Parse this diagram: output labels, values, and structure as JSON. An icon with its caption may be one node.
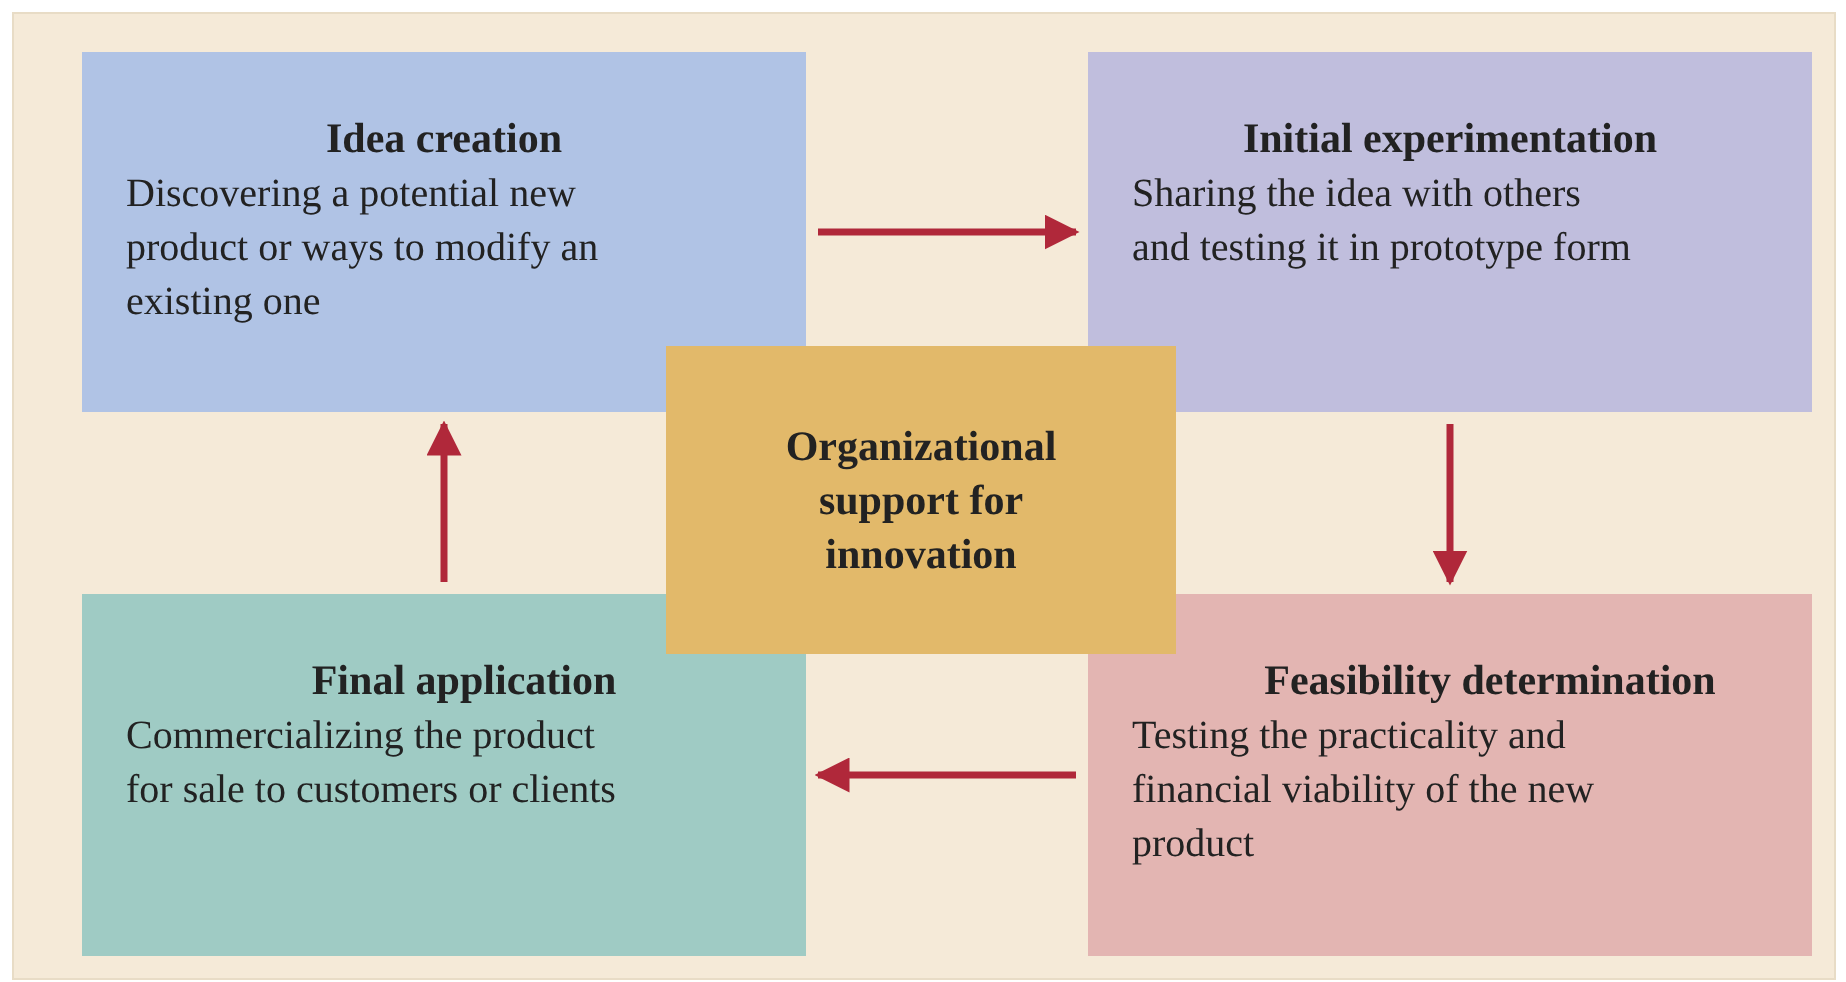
{
  "diagram": {
    "nodes": [
      {
        "text": [
          "Idea creation",
          "Discovering a potential new product or ways to modify an existing one"
        ]
      },
      {
        "text": [
          "Initial experimentation",
          "Sharing the idea with others and testing it in prototype form"
        ]
      },
      {
        "text": [
          "Organizational support for innovation"
        ]
      },
      {
        "text": [
          "Final application",
          "Commercializing the product for sale to customers or clients"
        ]
      },
      {
        "text": [
          "Feasibility determination",
          "Testing the practicality and financial viability of the new product"
        ]
      }
    ],
    "edges": [
      {
        "from": 0,
        "to": 1,
        "arrow": "to"
      },
      {
        "from": 1,
        "to": 4,
        "arrow": "to"
      },
      {
        "from": 4,
        "to": 3,
        "arrow": "to"
      },
      {
        "from": 3,
        "to": 0,
        "arrow": "to"
      }
    ]
  }
}
